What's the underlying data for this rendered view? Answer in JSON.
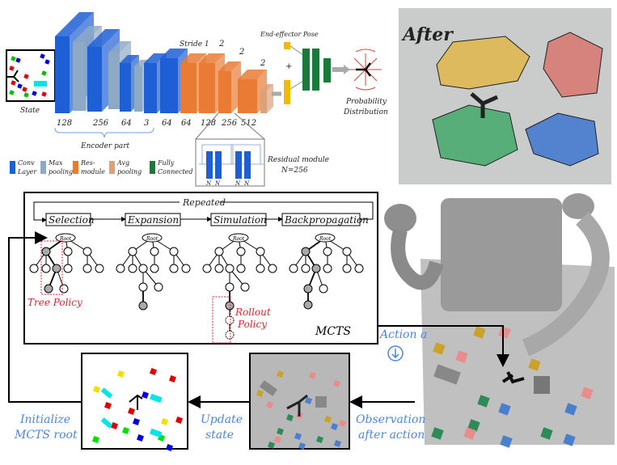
{
  "network": {
    "state_label": "State",
    "channels": [
      "128",
      "256",
      "64",
      "3",
      "64",
      "64",
      "128",
      "256",
      "512"
    ],
    "stride_label": "Stride 1",
    "strides": [
      "2",
      "2",
      "2"
    ],
    "encoder_label": "Encoder part",
    "end_effector_label": "End-effector Pose",
    "plus": "+",
    "prob_label_1": "Probability",
    "prob_label_2": "Distribution",
    "residual_label_1": "Residual module",
    "residual_label_2": "N=256",
    "residual_n": "N",
    "legend": [
      {
        "l1": "Conv",
        "l2": "Layer",
        "color": "#1f5fd6"
      },
      {
        "l1": "Max",
        "l2": "pooling",
        "color": "#8ea9c6"
      },
      {
        "l1": "Res-",
        "l2": "module",
        "color": "#e97b35"
      },
      {
        "l1": "Avg",
        "l2": "pooling",
        "color": "#dba17a"
      },
      {
        "l1": "Fully",
        "l2": "Connected",
        "color": "#1a7a3a"
      }
    ]
  },
  "after_panel": {
    "title": "After"
  },
  "mcts": {
    "repeated": "Repeated",
    "steps": [
      "Selection",
      "Expansion",
      "Simulation",
      "Backpropagation"
    ],
    "root": "Root",
    "tree_policy": "Tree Policy",
    "rollout_1": "Rollout",
    "rollout_2": "Policy",
    "title": "MCTS"
  },
  "loop": {
    "action": "Action a",
    "init_1": "Initialize",
    "init_2": "MCTS root",
    "update_1": "Update",
    "update_2": "state",
    "obs_1": "Observation",
    "obs_2": "after action"
  },
  "colors": {
    "blue_text": "#4a86e8",
    "red_text": "#e8202a"
  }
}
